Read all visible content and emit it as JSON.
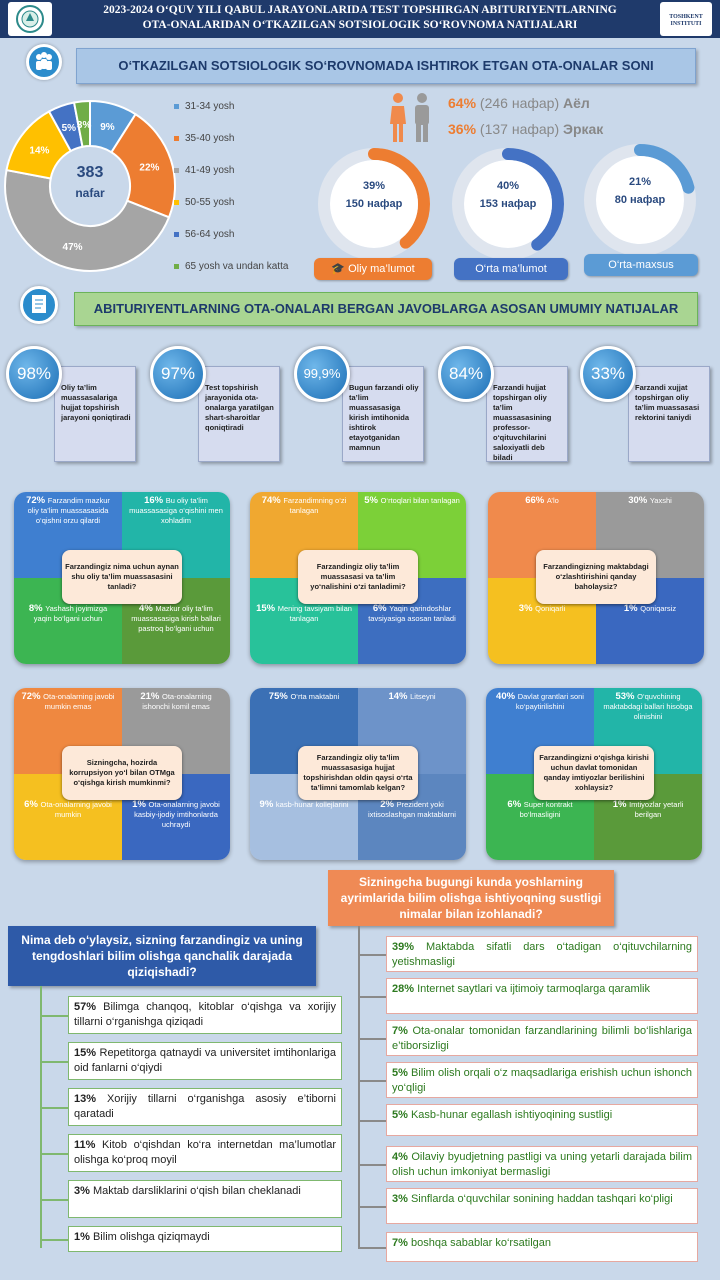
{
  "header": {
    "line1": "2023-2024 O‘QUV YILI QABUL JARAYONLARIDA TEST TOPSHIRGAN ABITURIYENTLARNING",
    "line2": "OTA-ONALARIDAN O‘TKAZILGAN SOTSIOLOGIK SO‘ROVNOMA NATIJALARI",
    "logo_right": "TOSHKENT INSTITUTI"
  },
  "section1": {
    "title": "O‘TKAZILGAN SOTSIOLOGIK SO‘ROVNOMADA ISHTIROK ETGAN OTA-ONALAR SONI"
  },
  "section2": {
    "title": "ABITURIYENTLARNING OTA-ONALARI BERGAN JAVOBLARGA ASOSAN UMUMIY NATIJALAR"
  },
  "chart_data": [
    {
      "type": "pie",
      "center_value": "383",
      "center_unit": "nafar",
      "categories": [
        "31-34 yosh",
        "35-40 yosh",
        "41-49 yosh",
        "50-55 yosh",
        "56-64 yosh",
        "65 yosh va undan katta"
      ],
      "values": [
        9,
        22,
        47,
        14,
        5,
        3
      ],
      "labels": [
        "9%",
        "22%",
        "47%",
        "14%",
        "5%",
        "3%"
      ],
      "colors": [
        "#5b9bd5",
        "#ed7d31",
        "#a5a5a5",
        "#ffc000",
        "#4472c4",
        "#70ad47"
      ]
    },
    {
      "type": "pie",
      "series": [
        {
          "name": "Aёл",
          "percent": "64%",
          "count": "(246 нафар)"
        },
        {
          "name": "Эркак",
          "percent": "36%",
          "count": "(137 нафар)"
        }
      ]
    },
    {
      "type": "pie",
      "series": [
        {
          "name": "Oliy ma’lumot",
          "percent": 39,
          "label": "39%",
          "count": "150 нафар",
          "color": "#ed7d31"
        },
        {
          "name": "O‘rta ma’lumot",
          "percent": 40,
          "label": "40%",
          "count": "153 нафар",
          "color": "#4472c4"
        },
        {
          "name": "O‘rta-maxsus",
          "percent": 21,
          "label": "21%",
          "count": "80 нафар",
          "color": "#5b9bd5"
        }
      ]
    }
  ],
  "stats": [
    {
      "value": "98%",
      "text": "Oliy ta’lim muassasalariga hujjat topshirish jarayoni qoniqtiradi"
    },
    {
      "value": "97%",
      "text": "Test topshirish jarayonida ota-onalarga yaratilgan shart-sharoitlar qoniqtiradi"
    },
    {
      "value": "99,9%",
      "text": "Bugun farzandi oliy ta’lim muassasasiga kirish imtihonida ishtirok etayotganidan mamnun"
    },
    {
      "value": "84%",
      "text": "Farzandi hujjat topshirgan oliy ta’lim muassasasining professor-o‘qituvchilarini saloxiyatli deb biladi"
    },
    {
      "value": "33%",
      "text": "Farzandi xujjat topshirgan oliy ta’lim muassasasi rektorini taniydi"
    }
  ],
  "quads": [
    {
      "question": "Farzandingiz nima uchun aynan shu oliy ta’lim muassasasini tanladi?",
      "cells": [
        {
          "pct": "72%",
          "text": "Farzandim mazkur oliy ta’lim muassasasida o‘qishni orzu qilardi",
          "color": "#3f7fd0"
        },
        {
          "pct": "16%",
          "text": "Bu oliy ta’lim muassasasiga o‘qishini men xohladim",
          "color": "#22b5a8"
        },
        {
          "pct": "8%",
          "text": "Yashash joyimizga yaqin bo‘lgani uchun",
          "color": "#3cb552"
        },
        {
          "pct": "4%",
          "text": "Mazkur oliy ta’lim muassasasiga kirish ballari pastroq bo‘lgani uchun",
          "color": "#5a9a3a"
        }
      ]
    },
    {
      "question": "Farzandingiz oliy ta’lim muassasasi va ta’lim yo‘nalishini o‘zi tanladimi?",
      "cells": [
        {
          "pct": "74%",
          "text": "Farzandimning o‘zi tanlagan",
          "color": "#f0a830"
        },
        {
          "pct": "5%",
          "text": "O‘rtoqlari bilan tanlagan",
          "color": "#7cd038"
        },
        {
          "pct": "15%",
          "text": "Mening tavsiyam bilan tanlagan",
          "color": "#28c29a"
        },
        {
          "pct": "6%",
          "text": "Yaqin qarindoshlar tavsiyasiga asosan tanladi",
          "color": "#3d6ec0"
        }
      ]
    },
    {
      "question": "Farzandingizning maktabdagi o‘zlashtirishini qanday baholaysiz?",
      "cells": [
        {
          "pct": "66%",
          "text": "A’lo",
          "color": "#f08a4c"
        },
        {
          "pct": "30%",
          "text": "Yaxshi",
          "color": "#9a9a9a"
        },
        {
          "pct": "3%",
          "text": "Qoniqarli",
          "color": "#f5c020"
        },
        {
          "pct": "1%",
          "text": "Qoniqarsiz",
          "color": "#3a68c0"
        }
      ]
    },
    {
      "question": "Sizningcha, hozirda korrupsiyon yo‘l bilan OTMga o‘qishga kirish mumkinmi?",
      "cells": [
        {
          "pct": "72%",
          "text": "Ota-onalarning javobi mumkin emas",
          "color": "#ef8840"
        },
        {
          "pct": "21%",
          "text": "Ota-onalarning ishonchi komil emas",
          "color": "#9a9a9a"
        },
        {
          "pct": "6%",
          "text": "Ota-onalarning javobi mumkin",
          "color": "#f5c020"
        },
        {
          "pct": "1%",
          "text": "Ota-onalarning javobi kasbiy-ijodiy imtihonlarda uchraydi",
          "color": "#3a68c0"
        }
      ]
    },
    {
      "question": "Farzandingiz oliy ta’lim muassasasiga hujjat topshirishdan oldin qaysi o‘rta ta’limni tamomlab kelgan?",
      "cells": [
        {
          "pct": "75%",
          "text": "O‘rta maktabni",
          "color": "#3b70b5"
        },
        {
          "pct": "14%",
          "text": "Litseyni",
          "color": "#6d93c9"
        },
        {
          "pct": "9%",
          "text": "kasb-hunar kollejlarini",
          "color": "#a6bfe0"
        },
        {
          "pct": "2%",
          "text": "Prezident yoki ixtisoslashgan maktablarni",
          "color": "#5c86bf"
        }
      ]
    },
    {
      "question": "Farzandingizni o‘qishga kirishi uchun davlat tomonidan qanday imtiyozlar berilishini xohlaysiz?",
      "cells": [
        {
          "pct": "40%",
          "text": "Davlat grantlari soni ko‘paytirilishini",
          "color": "#3f7fd0"
        },
        {
          "pct": "53%",
          "text": "O‘quvchining maktabdagi ballari hisobga olinishini",
          "color": "#22b5a8"
        },
        {
          "pct": "6%",
          "text": "Super kontrakt bo‘lmasligini",
          "color": "#3cb552"
        },
        {
          "pct": "1%",
          "text": "Imtiyozlar yetarli berilgan",
          "color": "#5a9a3a"
        }
      ]
    }
  ],
  "left_q": {
    "question": "Nima deb o‘ylaysiz, sizning farzandingiz va uning tengdoshlari bilim olishga qanchalik darajada qiziqishadi?",
    "items": [
      {
        "pct": "57%",
        "text": "Bilimga chanqoq, kitoblar o‘qishga va xorijiy tillarni o‘rganishga qiziqadi"
      },
      {
        "pct": "15%",
        "text": "Repetitorga qatnaydi va universitet imtihonlariga oid fanlarni o‘qiydi"
      },
      {
        "pct": "13%",
        "text": "Xorijiy tillarni o‘rganishga asosiy e’tiborni qaratadi"
      },
      {
        "pct": "11%",
        "text": "Kitob o‘qishdan ko‘ra internetdan ma’lumotlar olishga ko‘proq moyil"
      },
      {
        "pct": "3%",
        "text": "Maktab darsliklarini o‘qish bilan cheklanadi"
      },
      {
        "pct": "1%",
        "text": "Bilim olishga qiziqmaydi"
      }
    ]
  },
  "right_q": {
    "question": "Sizningcha bugungi kunda yoshlarning ayrimlarida bilim olishga ishtiyoqning sustligi nimalar bilan izohlanadi?",
    "items": [
      {
        "pct": "39%",
        "text": "Maktabda sifatli dars o‘tadigan o‘qituvchilarning yetishmasligi"
      },
      {
        "pct": "28%",
        "text": "Internet saytlari va ijtimoiy tarmoqlarga qaramlik"
      },
      {
        "pct": "7%",
        "text": "Ota-onalar tomonidan farzandlarining bilimli bo‘lishlariga e’tiborsizligi"
      },
      {
        "pct": "5%",
        "text": "Bilim olish orqali o‘z maqsadlariga erishish uchun ishonch yo‘qligi"
      },
      {
        "pct": "5%",
        "text": "Kasb-hunar egallash ishtiyoqining sustligi"
      },
      {
        "pct": "4%",
        "text": "Oilaviy byudjetning pastligi va uning yetarli darajada bilim olish uchun imkoniyat bermasligi"
      },
      {
        "pct": "3%",
        "text": "Sinflarda o‘quvchilar sonining haddan tashqari ko‘pligi"
      },
      {
        "pct": "7%",
        "text": "boshqa sabablar ko‘rsatilgan"
      }
    ]
  }
}
